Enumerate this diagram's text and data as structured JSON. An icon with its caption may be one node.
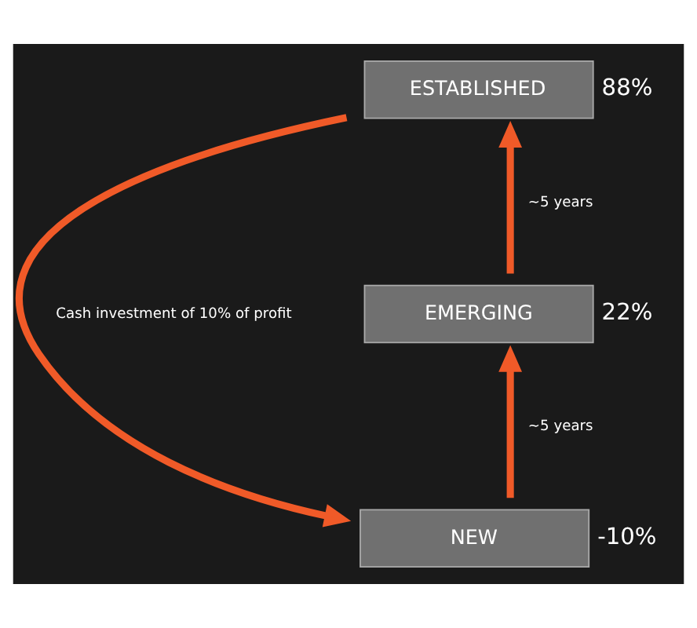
{
  "diagram": {
    "nodes": [
      {
        "text": [
          "ESTABLISHED"
        ],
        "beside": [
          "88%"
        ]
      },
      {
        "text": [
          "EMERGING"
        ],
        "beside": [
          "22%"
        ]
      },
      {
        "text": [
          "NEW"
        ],
        "beside": [
          "-10%"
        ]
      }
    ],
    "edges": [
      {
        "from": 2,
        "to": 1,
        "arrow": "to",
        "label": "~5 years"
      },
      {
        "from": 1,
        "to": 0,
        "arrow": "to",
        "label": "~5 years"
      },
      {
        "from": 0,
        "to": 2,
        "arrow": "to",
        "label": "Cash investment of 10% of profit"
      }
    ]
  }
}
